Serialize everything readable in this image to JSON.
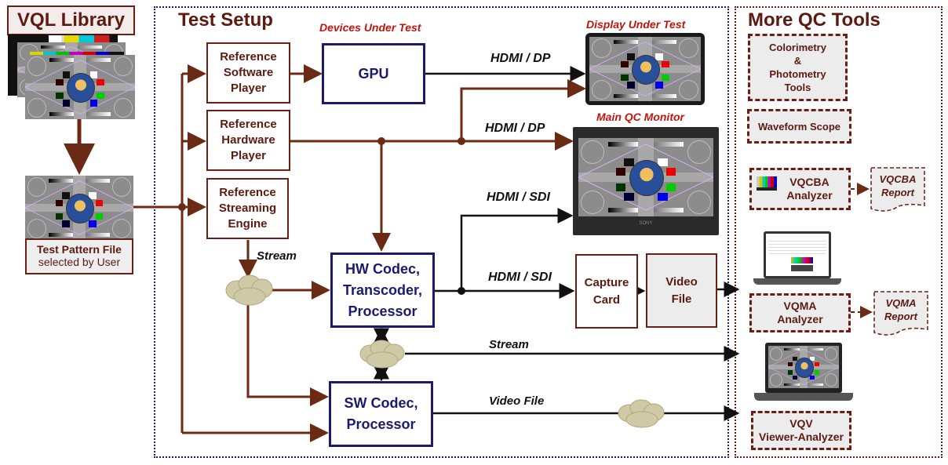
{
  "sections": {
    "library": {
      "title": "VQL Library"
    },
    "test_setup": {
      "title": "Test Setup"
    },
    "more_qc": {
      "title": "More QC Tools"
    }
  },
  "library": {
    "file_label_line1": "Test Pattern File",
    "file_label_line2": "selected by User"
  },
  "headings": {
    "devices_under_test": "Devices Under Test",
    "display_under_test": "Display Under Test",
    "main_qc_monitor": "Main QC Monitor"
  },
  "reference_players": [
    {
      "line1": "Reference",
      "line2": "Software",
      "line3": "Player"
    },
    {
      "line1": "Reference",
      "line2": "Hardware",
      "line3": "Player"
    },
    {
      "line1": "Reference",
      "line2": "Streaming",
      "line3": "Engine"
    }
  ],
  "devices": {
    "gpu": "GPU",
    "hw_codec": {
      "line1": "HW Codec,",
      "line2": "Transcoder,",
      "line3": "Processor"
    },
    "sw_codec": {
      "line1": "SW Codec,",
      "line2": "Processor"
    },
    "capture_card": {
      "line1": "Capture",
      "line2": "Card"
    },
    "video_file": {
      "line1": "Video",
      "line2": "File"
    }
  },
  "links": {
    "gpu_to_display": "HDMI / DP",
    "hw_player_to_monitor": "HDMI / DP",
    "hw_codec_to_monitor": "HDMI / SDI",
    "hw_codec_to_capture": "HDMI / SDI",
    "streaming_engine_out": "Stream",
    "cloud_to_tools": "Stream",
    "sw_codec_out": "Video File"
  },
  "qc_tools": {
    "colorimetry": {
      "line1": "Colorimetry",
      "line2": "&",
      "line3": "Photometry",
      "line4": "Tools"
    },
    "waveform": "Waveform Scope",
    "vqcba": {
      "line1": "VQCBA",
      "line2": "Analyzer"
    },
    "vqcba_report": {
      "line1": "VQCBA",
      "line2": "Report"
    },
    "vqma": {
      "line1": "VQMA",
      "line2": "Analyzer"
    },
    "vqma_report": {
      "line1": "VQMA",
      "line2": "Report"
    },
    "vqv": {
      "line1": "VQV",
      "line2": "Viewer-Analyzer"
    }
  },
  "monitor_brand": "SONY",
  "colors": {
    "brown": "#6b1f14",
    "navy": "#1a1a6e",
    "red_heading": "#c0150f",
    "dashed_fill": "#ececec",
    "cloud": "#cfc9a6"
  }
}
